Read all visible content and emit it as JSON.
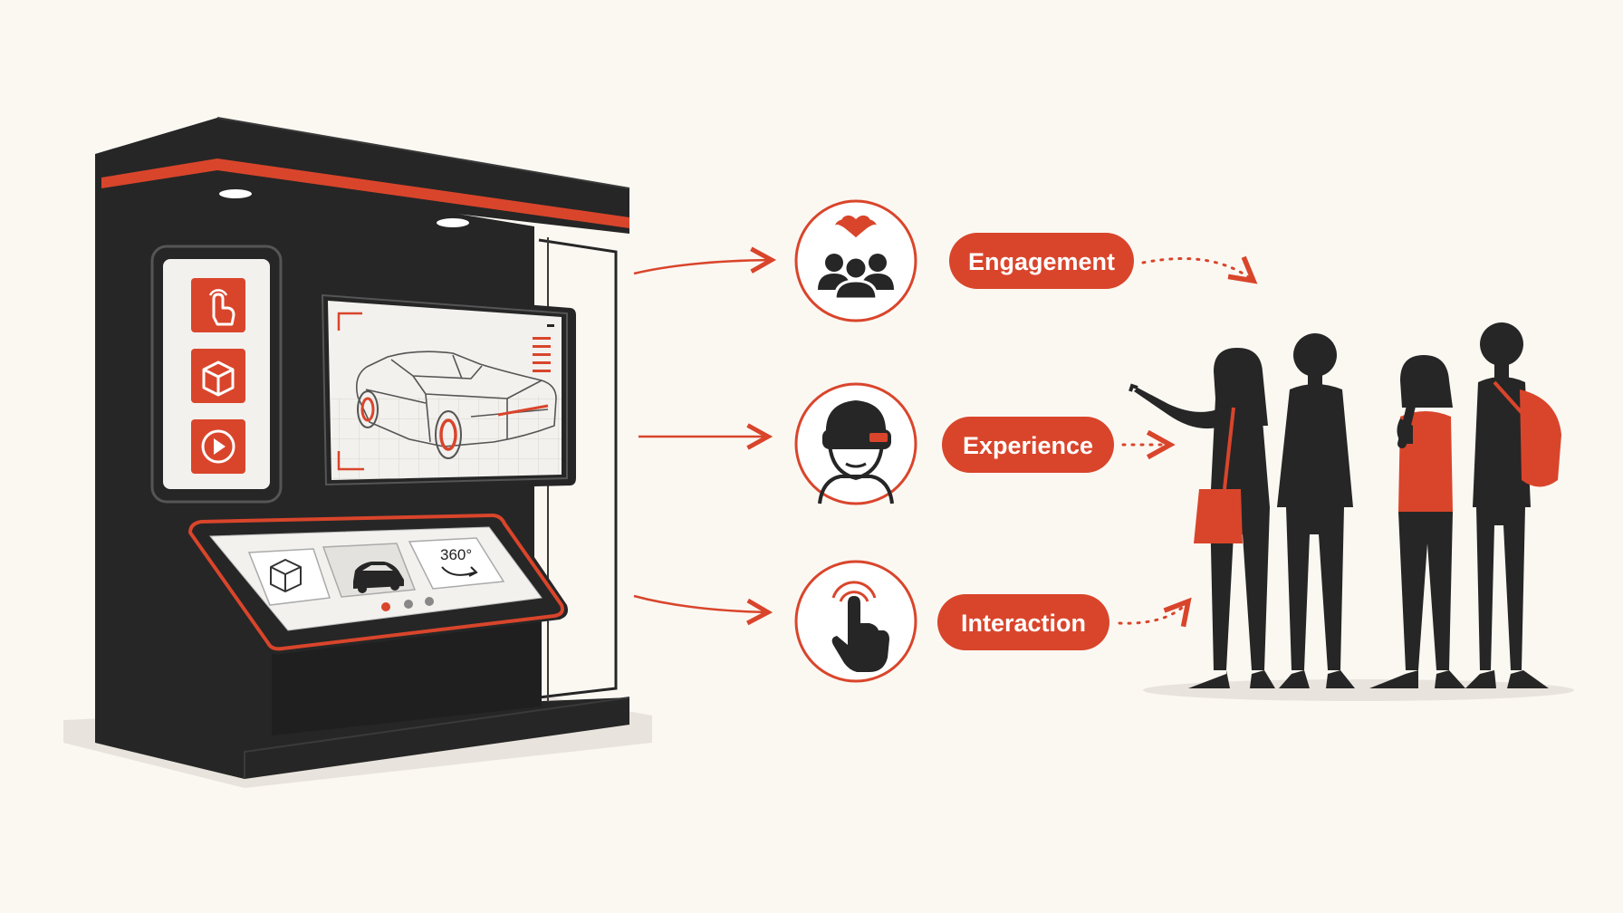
{
  "colors": {
    "accent": "#d9452b",
    "dark": "#262626",
    "background": "#fbf8f2",
    "screen": "#f3f1ee"
  },
  "booth": {
    "side_panel_icons": [
      "touch-icon",
      "cube-icon",
      "play-icon"
    ],
    "display": {
      "subject": "car-wireframe-icon"
    },
    "kiosk": {
      "tiles": [
        "cube-icon",
        "car-icon",
        "rotate-360-icon"
      ],
      "badge_text": "360°",
      "pager_dots": 3,
      "active_dot": 1
    }
  },
  "outcomes": [
    {
      "label": "Engagement",
      "icon": "audience-heart-icon"
    },
    {
      "label": "Experience",
      "icon": "vr-headset-person-icon"
    },
    {
      "label": "Interaction",
      "icon": "tap-hand-icon"
    }
  ],
  "audience": {
    "people": [
      "woman-with-tote-bag",
      "man",
      "woman-thinking",
      "man-with-backpack"
    ]
  }
}
